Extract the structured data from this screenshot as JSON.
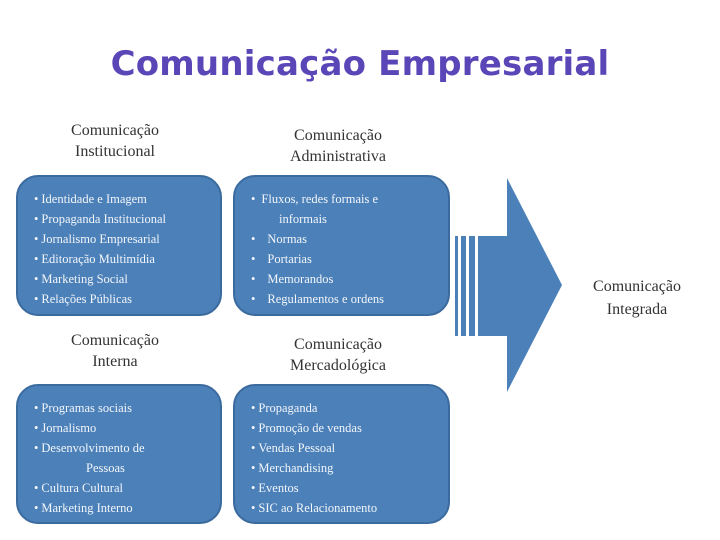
{
  "title": "Comunicação Empresarial",
  "quadrants": {
    "institucional": {
      "heading": [
        "Comunicação",
        "Institucional"
      ],
      "items": [
        "Identidade e Imagem",
        "Propaganda Institucional",
        "Jornalismo Empresarial",
        "Editoração Multimídia",
        "Marketing Social",
        "Relações Públicas"
      ]
    },
    "administrativa": {
      "heading": [
        "Comunicação",
        "Administrativa"
      ],
      "items": [
        "Fluxos, redes formais e",
        "informais",
        "Normas",
        "Portarias",
        "Memorandos",
        "Regulamentos e ordens"
      ]
    },
    "interna": {
      "heading": [
        "Comunicação",
        "Interna"
      ],
      "items": [
        "Programas sociais",
        "Jornalismo",
        "Desenvolvimento de",
        "Pessoas",
        "Cultura Cultural",
        "Marketing Interno"
      ]
    },
    "mercadologica": {
      "heading": [
        "Comunicação",
        "Mercadológica"
      ],
      "items": [
        "Propaganda",
        "Promoção de vendas",
        "Vendas Pessoal",
        "Merchandising",
        "Eventos",
        "SIC ao Relacionamento"
      ]
    }
  },
  "result": [
    "Comunicação",
    "Integrada"
  ],
  "colors": {
    "title": "#5b46b8",
    "box_fill": "#4c80b8",
    "box_border": "#3a6a9e",
    "arrow": "#4c80b8",
    "text_light": "#f2f6fb"
  }
}
